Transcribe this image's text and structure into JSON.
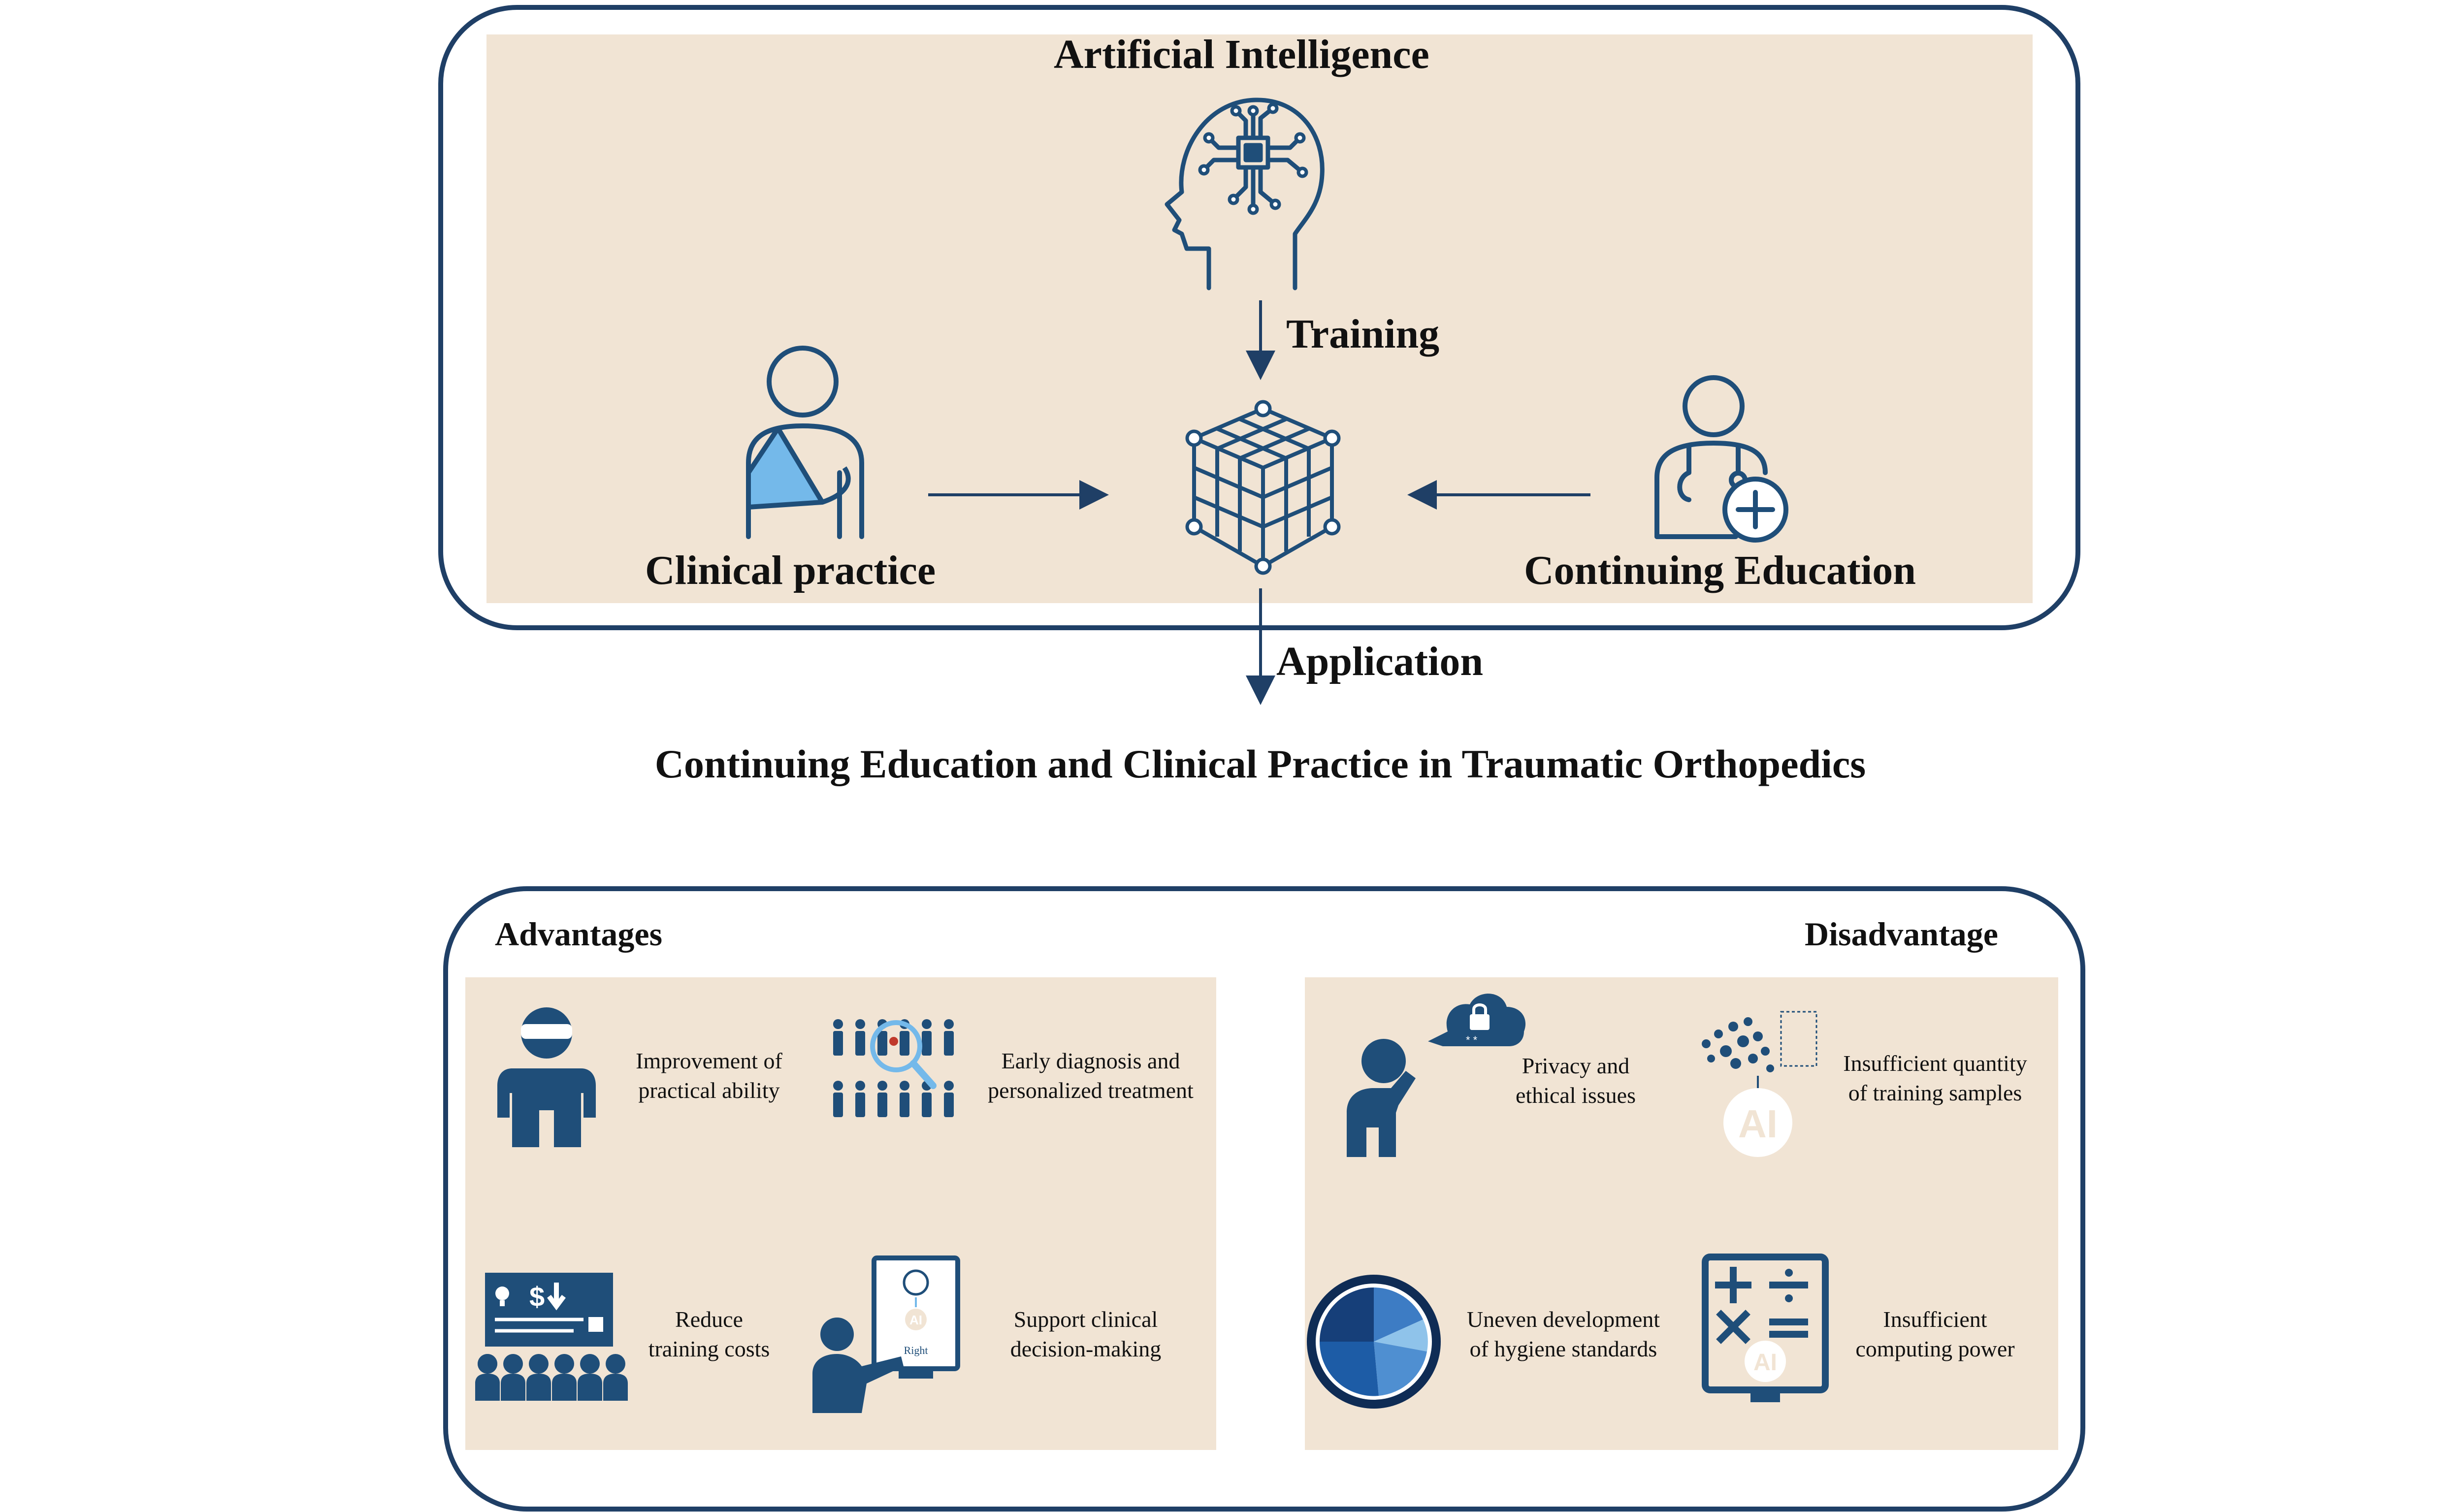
{
  "framework": {
    "ai_label": "Artificial Intelligence",
    "training_label": "Training",
    "clinical_label": "Clinical practice",
    "education_label": "Continuing Education",
    "application_label": "Application"
  },
  "title": "Continuing Education and Clinical Practice in Traumatic Orthopedics",
  "advantages": {
    "heading": "Advantages",
    "items": [
      {
        "icon": "vr-user-icon",
        "lines": [
          "Improvement of",
          "practical ability"
        ]
      },
      {
        "icon": "crowd-magnifier-icon",
        "lines": [
          "Early diagnosis and",
          "personalized treatment"
        ]
      },
      {
        "icon": "classroom-cost-icon",
        "lines": [
          "Reduce",
          "training costs"
        ]
      },
      {
        "icon": "presenter-board-icon",
        "lines": [
          "Support clinical",
          "decision-making"
        ],
        "screen_text": "Right",
        "screen_badge": "AI"
      }
    ]
  },
  "disadvantages": {
    "heading": "Disadvantage",
    "items": [
      {
        "icon": "thinking-person-cloud-lock-icon",
        "lines": [
          "Privacy and",
          "ethical issues"
        ]
      },
      {
        "icon": "data-points-ai-icon",
        "lines": [
          "Insufficient quantity",
          "of training samples"
        ],
        "badge": "AI"
      },
      {
        "icon": "pie-chart-icon",
        "lines": [
          "Uneven development",
          "of hygiene standards"
        ]
      },
      {
        "icon": "calculator-ai-icon",
        "lines": [
          "Insufficient",
          "computing power"
        ],
        "badge": "AI"
      }
    ]
  },
  "colors": {
    "navy": "#1f3f66",
    "panel_beige": "#f1e4d4",
    "icon_blue": "#1f4e79",
    "accent_light_blue": "#74b9ea"
  }
}
